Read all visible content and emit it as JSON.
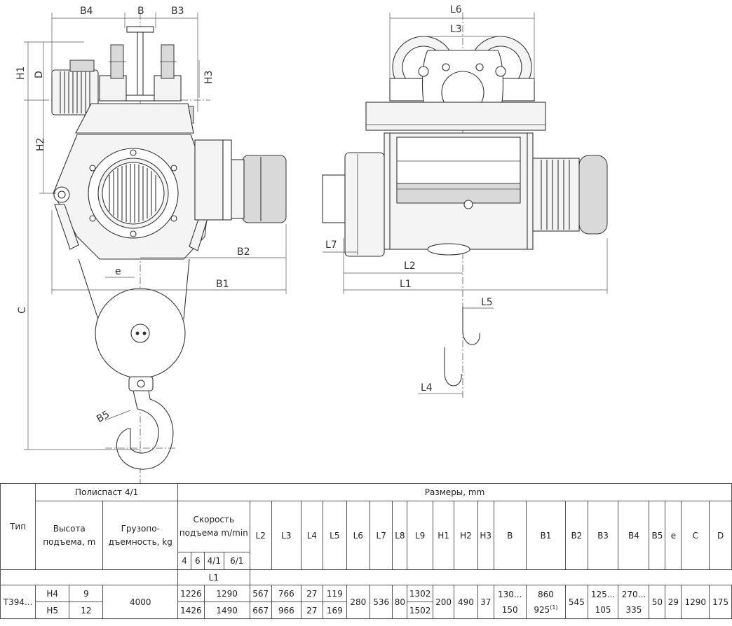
{
  "drawing": {
    "labels": {
      "b4": "B4",
      "b": "B",
      "b3": "B3",
      "l6": "L6",
      "l3": "L3",
      "h1": "H1",
      "d": "D",
      "h3": "H3",
      "h2": "H2",
      "c": "C",
      "b2": "B2",
      "b1": "B1",
      "e": "e",
      "b5": "B5",
      "l7": "L7",
      "l2": "L2",
      "l1": "L1",
      "l5": "L5",
      "l4": "L4"
    }
  },
  "table": {
    "headers": {
      "type": "Тип",
      "polispast": "Полиспаст 4/1",
      "razmery": "Размеры, mm",
      "height": "Высота подъема, m",
      "capacity": "Грузопо-дъемность, kg",
      "speed": "Скорость подъема m/min",
      "speed_cols": [
        "4",
        "6",
        "4/1",
        "6/1"
      ],
      "l1": "L1",
      "dims": [
        "L2",
        "L3",
        "L4",
        "L5",
        "L6",
        "L7",
        "L8",
        "L9",
        "H1",
        "H2",
        "H3",
        "B",
        "B1",
        "B2",
        "B3",
        "B4",
        "B5",
        "e",
        "C",
        "D"
      ]
    },
    "row": {
      "type": "Т394...",
      "h4_label": "H4",
      "h4_value": "9",
      "h5_label": "H5",
      "h5_value": "12",
      "capacity": "4000",
      "l1_a_1": "1226",
      "l1_a_2": "1290",
      "l1_b_1": "1426",
      "l1_b_2": "1490",
      "l2_a": "567",
      "l2_b": "667",
      "l3_a": "766",
      "l3_b": "966",
      "l4_a": "27",
      "l4_b": "27",
      "l5_a": "119",
      "l5_b": "169",
      "l6": "280",
      "l7": "536",
      "l8": "80",
      "l9_a": "1302",
      "l9_b": "1502",
      "h1": "200",
      "h2": "490",
      "h3": "37",
      "b_a": "130...",
      "b_b": "150",
      "b1_a": "860",
      "b1_b": "925",
      "b1_note": "(1)",
      "b2": "545",
      "b3_a": "125...",
      "b3_b": "105",
      "b4_a": "270...",
      "b4_b": "335",
      "b5": "50",
      "e": "29",
      "c": "1290",
      "d": "175"
    }
  }
}
